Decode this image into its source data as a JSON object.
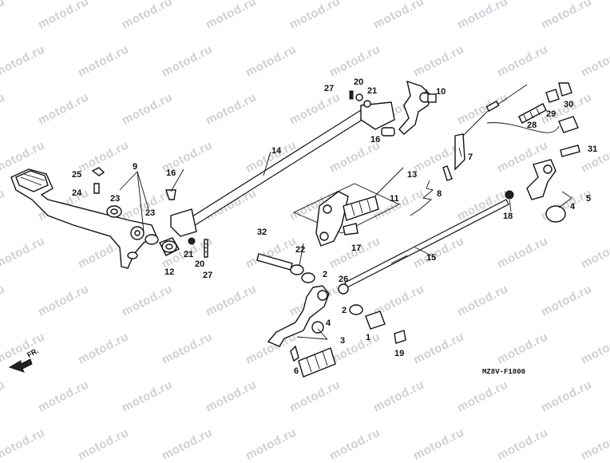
{
  "watermark": "motod.ru",
  "diagram_code": "MZ8V-F1800",
  "front_marker": "FR.",
  "callouts": [
    {
      "id": "c1",
      "label": "1"
    },
    {
      "id": "c2a",
      "label": "2"
    },
    {
      "id": "c2b",
      "label": "2"
    },
    {
      "id": "c3",
      "label": "3"
    },
    {
      "id": "c4a",
      "label": "4"
    },
    {
      "id": "c4b",
      "label": "4"
    },
    {
      "id": "c5",
      "label": "5"
    },
    {
      "id": "c6",
      "label": "6"
    },
    {
      "id": "c7",
      "label": "7"
    },
    {
      "id": "c8",
      "label": "8"
    },
    {
      "id": "c9",
      "label": "9"
    },
    {
      "id": "c10",
      "label": "10"
    },
    {
      "id": "c11",
      "label": "11"
    },
    {
      "id": "c12",
      "label": "12"
    },
    {
      "id": "c13",
      "label": "13"
    },
    {
      "id": "c14",
      "label": "14"
    },
    {
      "id": "c15",
      "label": "15"
    },
    {
      "id": "c16a",
      "label": "16"
    },
    {
      "id": "c16b",
      "label": "16"
    },
    {
      "id": "c17",
      "label": "17"
    },
    {
      "id": "c18",
      "label": "18"
    },
    {
      "id": "c19",
      "label": "19"
    },
    {
      "id": "c20a",
      "label": "20"
    },
    {
      "id": "c20b",
      "label": "20"
    },
    {
      "id": "c21a",
      "label": "21"
    },
    {
      "id": "c21b",
      "label": "21"
    },
    {
      "id": "c22",
      "label": "22"
    },
    {
      "id": "c23a",
      "label": "23"
    },
    {
      "id": "c23b",
      "label": "23"
    },
    {
      "id": "c24",
      "label": "24"
    },
    {
      "id": "c25",
      "label": "25"
    },
    {
      "id": "c26",
      "label": "26"
    },
    {
      "id": "c27a",
      "label": "27"
    },
    {
      "id": "c27b",
      "label": "27"
    },
    {
      "id": "c28",
      "label": "28"
    },
    {
      "id": "c29",
      "label": "29"
    },
    {
      "id": "c30",
      "label": "30"
    },
    {
      "id": "c31",
      "label": "31"
    },
    {
      "id": "c32",
      "label": "32"
    }
  ]
}
